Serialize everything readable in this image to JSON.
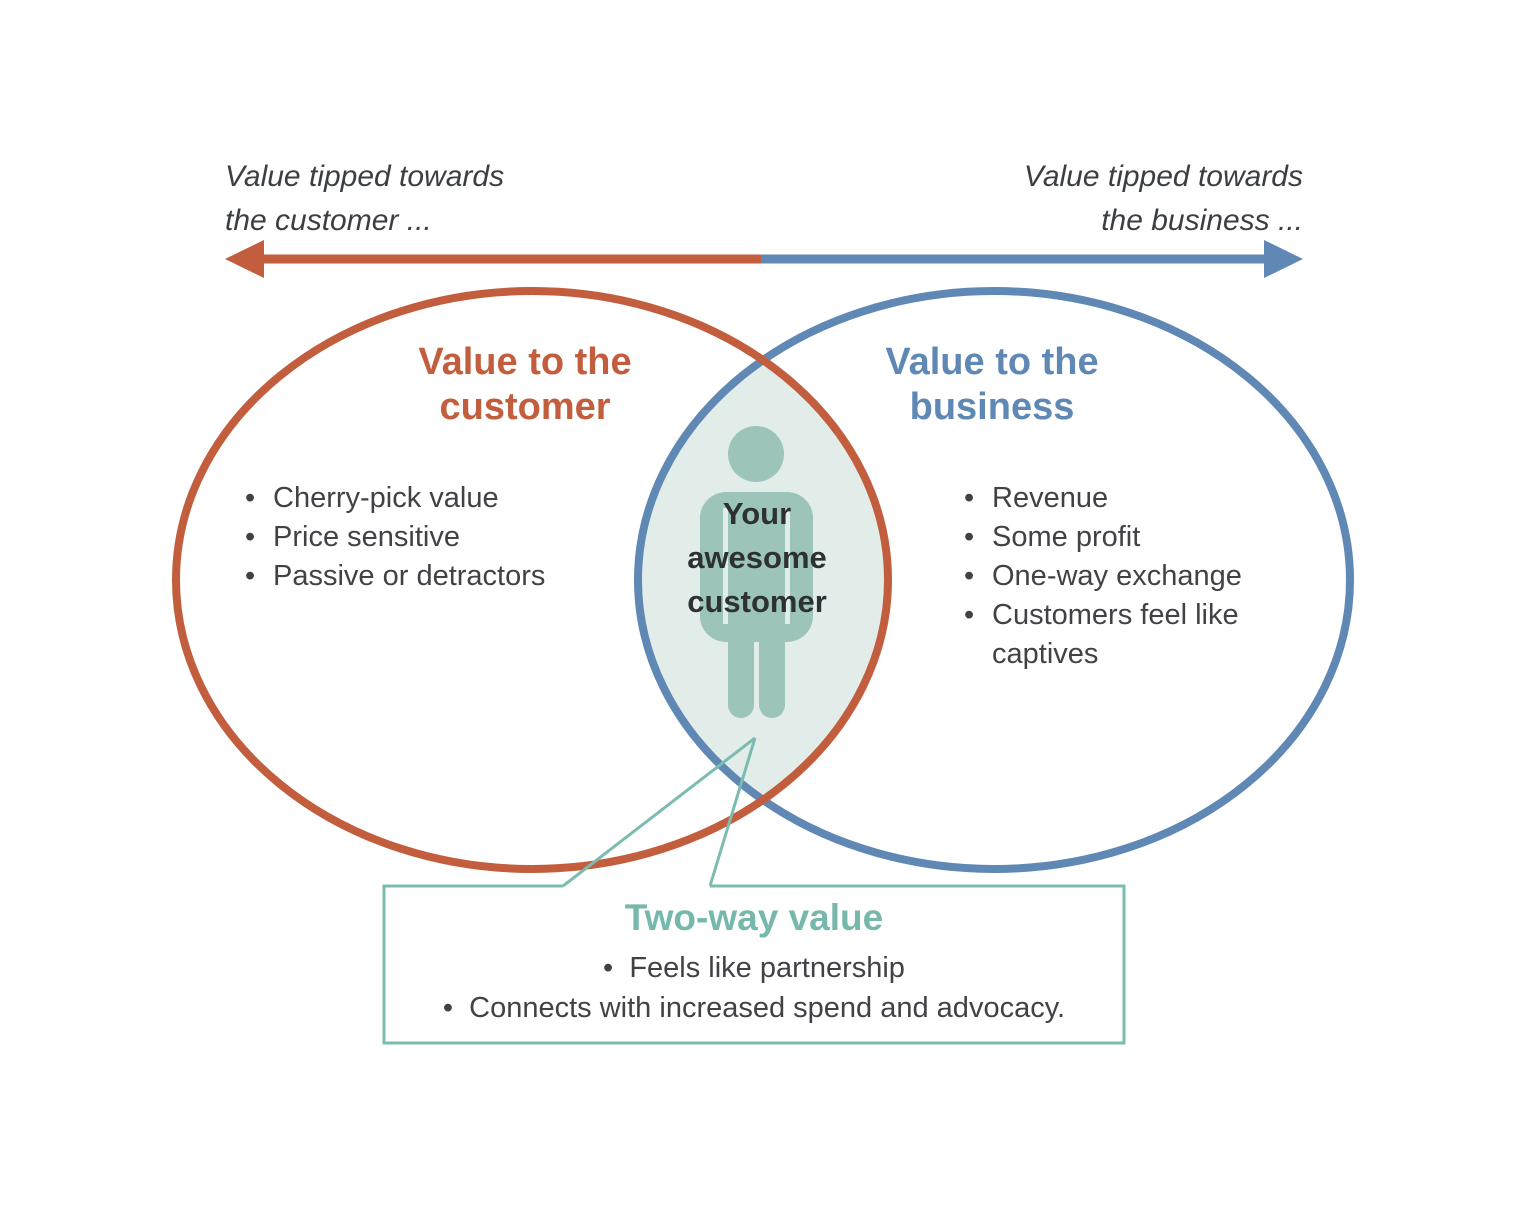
{
  "colors": {
    "customer_accent": "#c25e3e",
    "business_accent": "#5f88b5",
    "two_way_accent": "#76b8ab",
    "connector_teal": "#7cbcb0",
    "person_icon_fill": "#9cc4ba",
    "overlap_fill": "#e2edea",
    "body_text": "#414246",
    "axis_label_text": "#3b3e42",
    "overlap_label_text": "#2e3134"
  },
  "axis": {
    "left_label_line1": "Value tipped towards",
    "left_label_line2": "the customer ...",
    "right_label_line1": "Value tipped towards",
    "right_label_line2": "the business ..."
  },
  "customer_circle": {
    "title_line1": "Value to the",
    "title_line2": "customer",
    "bullets": [
      "Cherry-pick value",
      "Price sensitive",
      "Passive or detractors"
    ]
  },
  "business_circle": {
    "title_line1": "Value to the",
    "title_line2": "business",
    "bullets": [
      "Revenue",
      "Some profit",
      "One-way exchange",
      "Customers feel like captives"
    ]
  },
  "overlap": {
    "icon": "person-icon",
    "label_line1": "Your",
    "label_line2": "awesome",
    "label_line3": "customer"
  },
  "two_way_box": {
    "title": "Two-way value",
    "bullets": [
      "Feels like partnership",
      "Connects with increased spend and advocacy."
    ]
  }
}
